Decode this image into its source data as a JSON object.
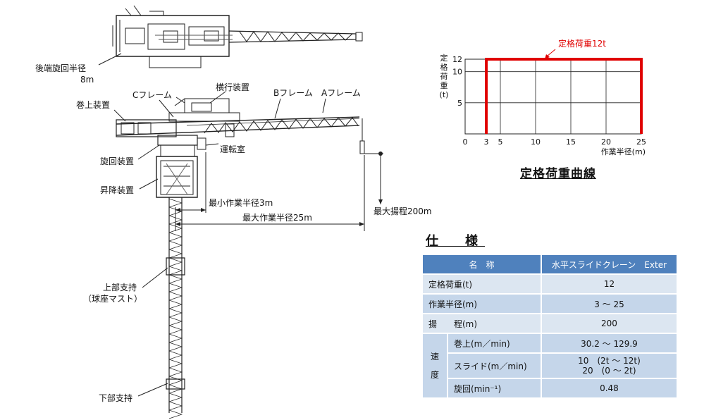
{
  "labels": {
    "rear_radius": "後端旋回半径",
    "rear_radius_value": "8m",
    "hoist_unit": "巻上装置",
    "c_frame": "Cフレーム",
    "traverse_unit": "横行装置",
    "b_frame": "Bフレーム",
    "a_frame": "Aフレーム",
    "cab": "運転室",
    "slewing_unit": "旋回装置",
    "lifting_unit": "昇降装置",
    "min_radius": "最小作業半径3m",
    "max_radius": "最大作業半径25m",
    "max_lift": "最大揚程200m",
    "upper_support": "上部支持",
    "upper_support_note": "（球座マスト）",
    "lower_support": "下部支持"
  },
  "chart_data": {
    "type": "line",
    "title": "定格荷重曲線",
    "annotation": "定格荷重12t",
    "xlabel": "作業半径(m)",
    "ylabel": "定格荷重(t)",
    "ylabel_chars": [
      "定",
      "格",
      "荷",
      "重",
      "(t)"
    ],
    "x_ticks": [
      0,
      3,
      5,
      10,
      15,
      20,
      25
    ],
    "y_ticks": [
      5,
      10,
      12
    ],
    "xlim": [
      0,
      25
    ],
    "ylim": [
      0,
      12
    ],
    "series": [
      {
        "x": [
          3,
          3,
          25,
          25
        ],
        "y": [
          0,
          12,
          12,
          0
        ],
        "color": "#e00000"
      }
    ],
    "grid": true
  },
  "spec": {
    "title": "仕　様",
    "header_name": "名　称",
    "header_value": "水平スライドクレーン　Exter",
    "rows": {
      "rated_load_label": "定格荷重(t)",
      "rated_load_value": "12",
      "radius_label": "作業半径(m)",
      "radius_value": "3 ～ 25",
      "lift_label": "揚　　程(m)",
      "lift_value": "200",
      "speed_label_1": "速",
      "speed_label_2": "度",
      "hoist_label": "巻上(m／min)",
      "hoist_value": "30.2 ～ 129.9",
      "slide_label": "スライド(m／min)",
      "slide_value_1": "10　(2t ～ 12t)",
      "slide_value_2": "20　(0 ～ 2t)",
      "slew_label": "旋回(min⁻¹)",
      "slew_value": "0.48"
    }
  }
}
